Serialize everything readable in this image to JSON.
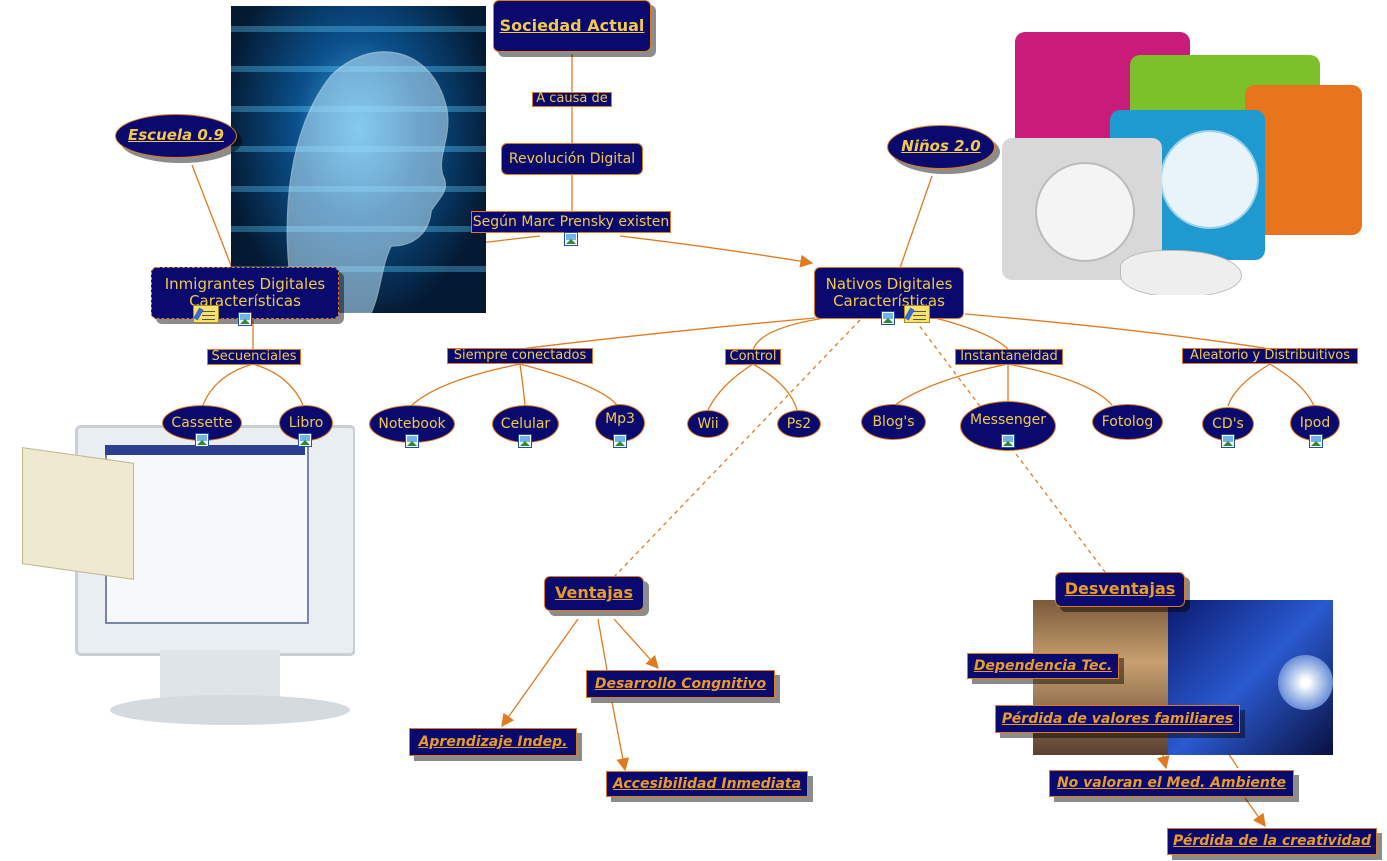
{
  "nodes": {
    "sociedad_actual": "Sociedad Actual",
    "a_causa_de": "A causa de",
    "revolucion_digital": "Revolución Digital",
    "segun_prensky": "Según Marc Prensky existen",
    "inmigrantes_line1": "Inmigrantes Digitales",
    "inmigrantes_line2": "Características",
    "nativos_line1": "Nativos Digitales",
    "nativos_line2": "Características",
    "escuela": "Escuela 0.9",
    "ninos": "Niños 2.0",
    "secuenciales": "Secuenciales",
    "cassette": "Cassette",
    "libro": "Libro",
    "siempre_conectados": "Siempre conectados",
    "notebook": "Notebook",
    "celular": "Celular",
    "mp3": "Mp3",
    "control": "Control",
    "wii": "Wii",
    "ps2": "Ps2",
    "instantaneidad": "Instantaneidad",
    "blogs": "Blog's",
    "messenger": "Messenger",
    "fotolog": "Fotolog",
    "aleatorio": "Aleatorio y Distribuitivos",
    "cds": "CD's",
    "ipod": "Ipod",
    "ventajas": "Ventajas",
    "desarrollo": "Desarrollo Congnitivo",
    "aprendizaje": "Aprendizaje Indep.",
    "accesibilidad": "Accesibilidad Inmediata",
    "desventajas": "Desventajas",
    "dependencia": "Dependencia Tec.",
    "perdida_valores": "Pérdida de valores familiares",
    "no_valoran": "No valoran el Med. Ambiente",
    "perdida_creatividad": "Pérdida de la creatividad"
  },
  "colors": {
    "node_fill": "#0a0a6e",
    "node_text": "#f2c94c",
    "border": "#e07a1f",
    "link": "#e07a1f"
  },
  "icons": {
    "image_link": "image-icon",
    "note_link": "note-icon"
  }
}
